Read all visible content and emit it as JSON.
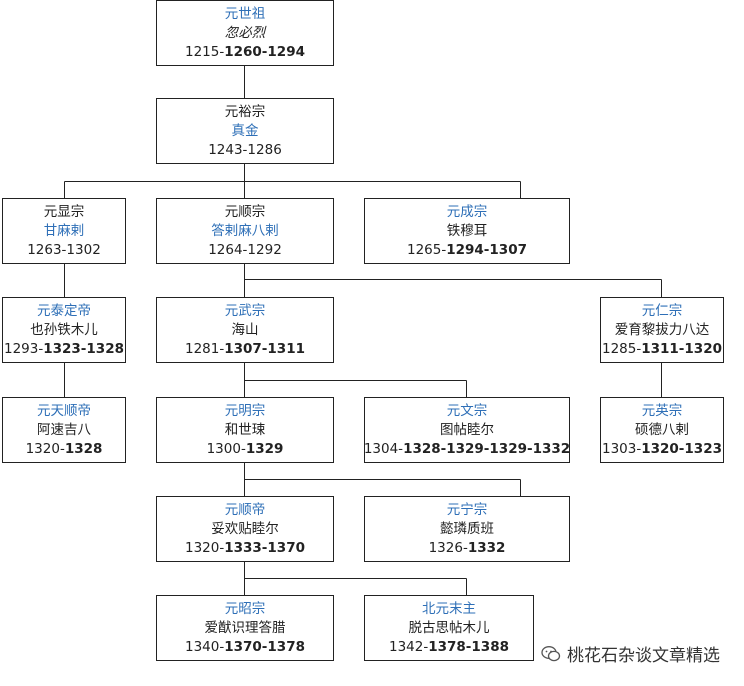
{
  "nodes": {
    "shizu": {
      "title": "元世祖",
      "name": "忽必烈",
      "y1": "1215-",
      "y2": "1260-1294"
    },
    "yuzong": {
      "title": "元裕宗",
      "name": "真金",
      "years": "1243-1286"
    },
    "xianzong": {
      "title": "元显宗",
      "name": "甘麻剌",
      "years": "1263-1302"
    },
    "shunzong": {
      "title": "元顺宗",
      "name": "答剌麻八剌",
      "years": "1264-1292"
    },
    "chengzong": {
      "title": "元成宗",
      "name": "铁穆耳",
      "y1": "1265-",
      "y2": "1294-1307"
    },
    "taiding": {
      "title": "元泰定帝",
      "name": "也孙铁木儿",
      "y1": "1293-",
      "y2": "1323-1328"
    },
    "wuzong": {
      "title": "元武宗",
      "name": "海山",
      "y1": "1281-",
      "y2": "1307-1311"
    },
    "renzong": {
      "title": "元仁宗",
      "name": "爱育黎拔力八达",
      "y1": "1285-",
      "y2": "1311-1320"
    },
    "tianshun": {
      "title": "元天顺帝",
      "name": "阿速吉八",
      "y1": "1320-",
      "y2": "1328"
    },
    "mingzong": {
      "title": "元明宗",
      "name": "和世㻋",
      "y1": "1300-",
      "y2": "1329"
    },
    "wenzong": {
      "title": "元文宗",
      "name": "图帖睦尔",
      "y1": "1304-",
      "y2": "1328-1329-1329-1332"
    },
    "yingzong": {
      "title": "元英宗",
      "name": "硕德八剌",
      "y1": "1303-",
      "y2": "1320-1323"
    },
    "shundi": {
      "title": "元顺帝",
      "name": "妥欢贴睦尔",
      "y1": "1320-",
      "y2": "1333-1370"
    },
    "ningzong": {
      "title": "元宁宗",
      "name": "懿璘质班",
      "y1": "1326-",
      "y2": "1332"
    },
    "zhaozong": {
      "title": "元昭宗",
      "name": "爱猷识理答腊",
      "y1": "1340-",
      "y2": "1370-1378"
    },
    "beiyuan": {
      "title": "北元末主",
      "name": "脱古思帖木儿",
      "y1": "1342-",
      "y2": "1378-1388"
    }
  },
  "watermark": {
    "text": "桃花石杂谈文章精选",
    "icon": "wechat-icon"
  },
  "colors": {
    "link": "#2e6fb7",
    "border": "#222222"
  }
}
